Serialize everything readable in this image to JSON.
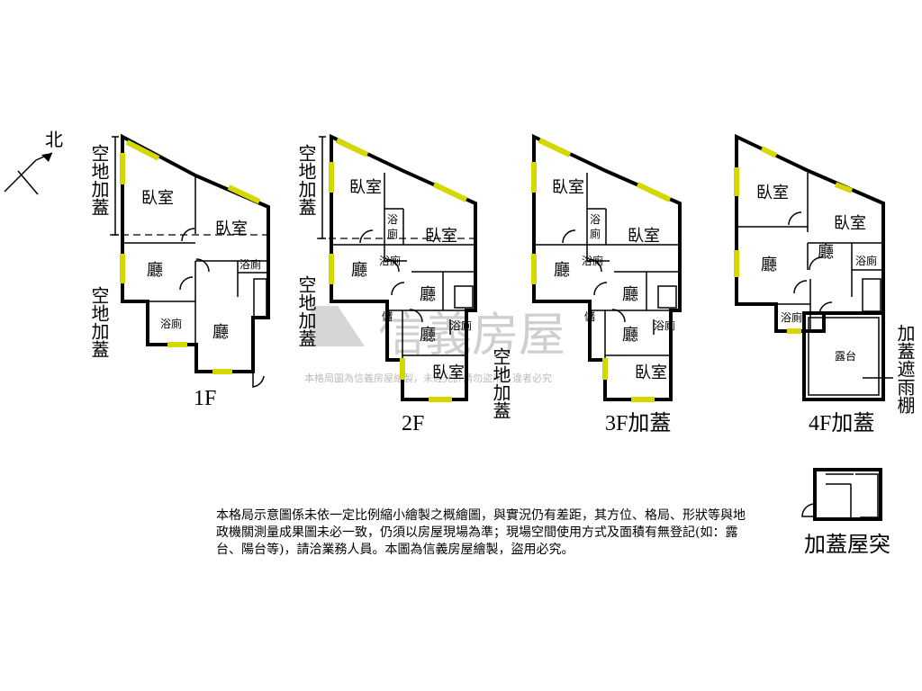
{
  "compass": {
    "north_label": "北"
  },
  "floors": [
    {
      "name": "1F",
      "side_label_top": "空地加蓋",
      "side_label_bottom": "空地加蓋",
      "rooms": [
        "臥室",
        "臥室",
        "廳",
        "浴廁",
        "浴廁",
        "廳"
      ]
    },
    {
      "name": "2F",
      "side_label_top": "空地加蓋",
      "side_label_left": "空地加蓋",
      "side_label_right": "空地加蓋",
      "rooms": [
        "臥室",
        "浴",
        "廁",
        "臥室",
        "廳",
        "浴廁",
        "廳",
        "儲",
        "廳",
        "浴廁",
        "臥室"
      ]
    },
    {
      "name": "3F加蓋",
      "rooms": [
        "臥室",
        "浴",
        "廁",
        "臥室",
        "廳",
        "浴廁",
        "廳",
        "儲",
        "廳",
        "浴廁",
        "臥室"
      ]
    },
    {
      "name": "4F加蓋",
      "side_label_right": "加蓋遮雨棚",
      "rooms": [
        "臥室",
        "臥室",
        "廳",
        "廳",
        "浴廁",
        "浴廁",
        "露台"
      ]
    },
    {
      "name": "加蓋屋突"
    }
  ],
  "watermark": {
    "brand": "信義房屋",
    "notice": "本格局圖為信義房屋繪製，未經允許請勿盜用，違者必究"
  },
  "disclaimer": "本格局示意圖係未依一定比例縮小繪製之概繪圖，與實況仍有差距，其方位、格局、形狀等與地政機關測量成果圖未必一致，仍須以房屋現場為準；現場空間使用方式及面積有無登記(如：露台、陽台等)，請洽業務人員。本圖為信義房屋繪製，盜用必究。",
  "colors": {
    "wall": "#000000",
    "window": "#d7d700",
    "watermark": "#cfcfcf"
  }
}
